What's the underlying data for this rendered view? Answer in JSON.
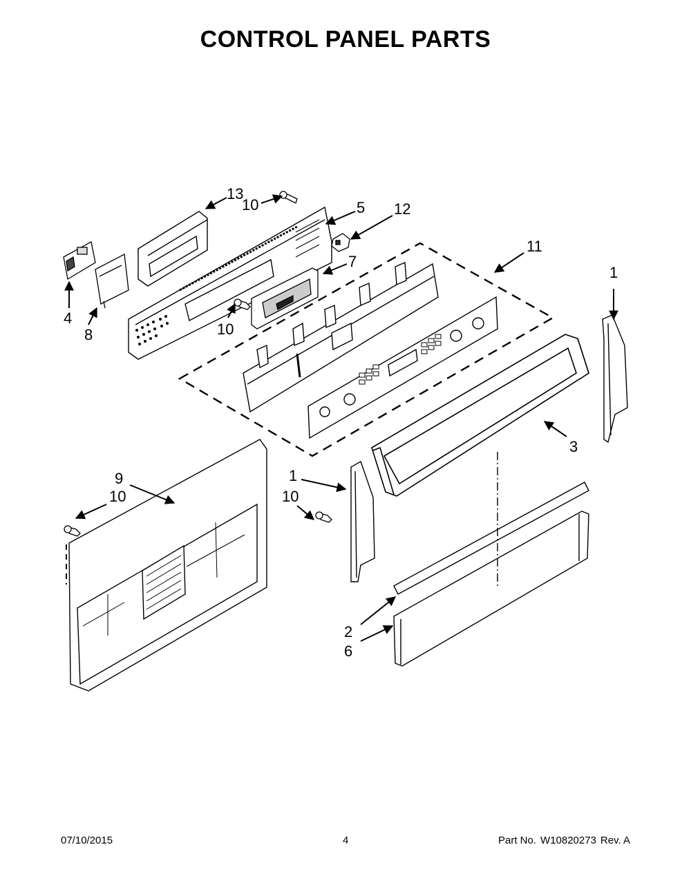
{
  "title": "CONTROL PANEL PARTS",
  "callouts": {
    "c13": "13",
    "c10a": "10",
    "c5": "5",
    "c12": "12",
    "c7": "7",
    "c11": "11",
    "c1a": "1",
    "c4": "4",
    "c8": "8",
    "c10b": "10",
    "c3": "3",
    "c9": "9",
    "c10c": "10",
    "c1b": "1",
    "c10d": "10",
    "c2": "2",
    "c6": "6"
  },
  "footer": {
    "date": "07/10/2015",
    "page": "4",
    "part_label": "Part No.",
    "part_number": "W10820273",
    "rev": "Rev. A"
  }
}
